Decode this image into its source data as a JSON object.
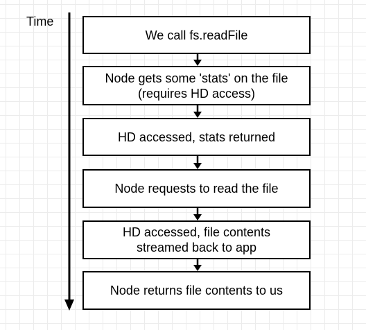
{
  "timeline": {
    "label": "Time"
  },
  "steps": [
    {
      "lines": [
        "We call fs.readFile"
      ]
    },
    {
      "lines": [
        "Node gets some 'stats' on the file",
        "(requires HD access)"
      ]
    },
    {
      "lines": [
        "HD accessed, stats returned"
      ]
    },
    {
      "lines": [
        "Node requests to read the file"
      ]
    },
    {
      "lines": [
        "HD accessed, file contents",
        "streamed back to app"
      ]
    },
    {
      "lines": [
        "Node returns file contents to us"
      ]
    }
  ]
}
